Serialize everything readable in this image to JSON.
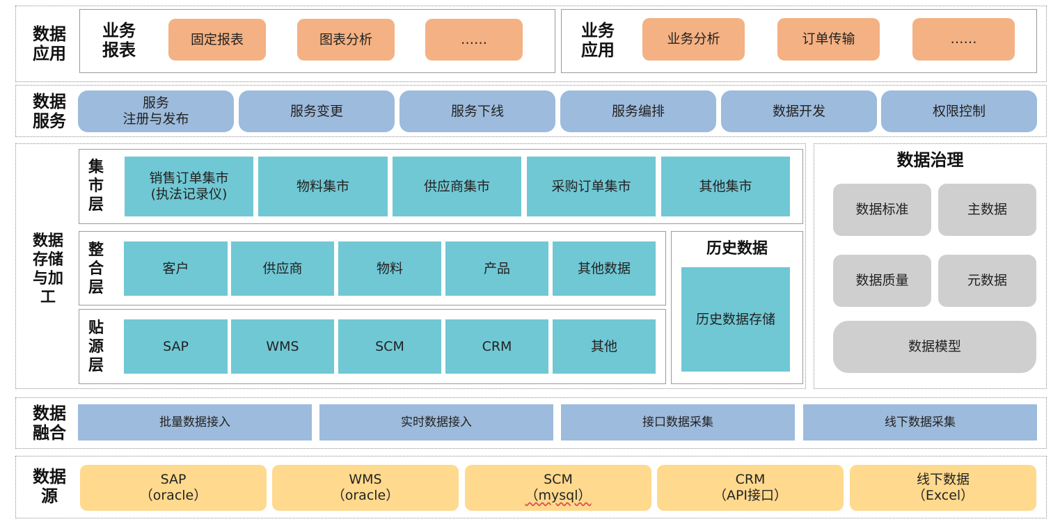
{
  "app": {
    "title": "数据应用",
    "biz_report": {
      "title": "业务\n报表",
      "items": [
        "固定报表",
        "图表分析",
        "……"
      ]
    },
    "biz_app": {
      "title": "业务\n应用",
      "items": [
        "业务分析",
        "订单传输",
        "……"
      ]
    }
  },
  "service": {
    "title": "数据\n服务",
    "items": [
      "服务\n注册与发布",
      "服务变更",
      "服务下线",
      "服务编排",
      "数据开发",
      "权限控制"
    ]
  },
  "storage": {
    "title": "数据\n存储\n与加\n工",
    "mart": {
      "title": "集\n市\n层",
      "items": [
        "销售订单集市\n(执法记录仪)",
        "物料集市",
        "供应商集市",
        "采购订单集市",
        "其他集市"
      ]
    },
    "integration": {
      "title": "整\n合\n层",
      "items": [
        "客户",
        "供应商",
        "物料",
        "产品",
        "其他数据"
      ]
    },
    "source_layer": {
      "title": "贴\n源\n层",
      "items": [
        "SAP",
        "WMS",
        "SCM",
        "CRM",
        "其他"
      ]
    },
    "history": {
      "title": "历史数据",
      "item": "历史数据存储"
    }
  },
  "governance": {
    "title": "数据治理",
    "items": [
      "数据标准",
      "主数据",
      "数据质量",
      "元数据",
      "数据模型"
    ]
  },
  "fusion": {
    "title": "数据\n融合",
    "items": [
      "批量数据接入",
      "实时数据接入",
      "接口数据采集",
      "线下数据采集"
    ]
  },
  "sources": {
    "title": "数据\n源",
    "items": [
      {
        "name": "SAP",
        "db": "（oracle）"
      },
      {
        "name": "WMS",
        "db": "（oracle）"
      },
      {
        "name": "SCM",
        "db": "（mysql）"
      },
      {
        "name": "CRM",
        "db": "（API接口）"
      },
      {
        "name": "线下数据",
        "db": "（Excel）"
      }
    ]
  },
  "colors": {
    "orange": "#f4b183",
    "blue": "#9dbbdc",
    "teal": "#70c8d4",
    "gray": "#d0cfcf",
    "yellow": "#ffd98d"
  }
}
